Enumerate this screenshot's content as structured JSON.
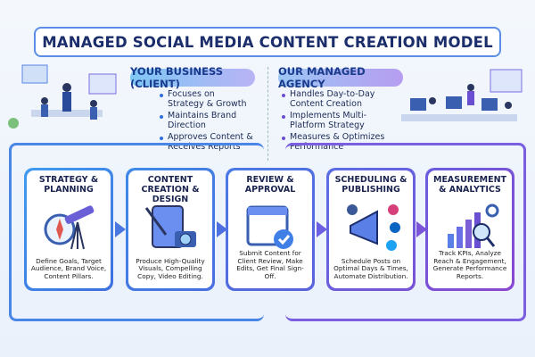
{
  "title": "MANAGED SOCIAL MEDIA CONTENT CREATION MODEL",
  "client": {
    "label": "YOUR BUSINESS (CLIENT)",
    "items": [
      "Focuses on Strategy & Growth",
      "Maintains Brand Direction",
      "Approves Content & Receives Reports"
    ]
  },
  "agency": {
    "label": "OUR MANAGED AGENCY",
    "items": [
      "Handles Day-to-Day Content Creation",
      "Implements Multi-Platform Strategy",
      "Measures & Optimizes Performance"
    ]
  },
  "steps": [
    {
      "title": "STRATEGY & PLANNING",
      "icon": "telescope-compass-icon",
      "desc": "Define Goals, Target Audience, Brand Voice, Content Pillars."
    },
    {
      "title": "CONTENT CREATION & DESIGN",
      "icon": "tablet-camera-icon",
      "desc": "Produce High-Quality Visuals, Compelling Copy, Video Editing."
    },
    {
      "title": "REVIEW & APPROVAL",
      "icon": "calendar-check-icon",
      "desc": "Submit Content for Client Review, Make Edits, Get Final Sign-Off."
    },
    {
      "title": "SCHEDULING & PUBLISHING",
      "icon": "megaphone-social-icon",
      "desc": "Schedule Posts on Optimal Days & Times, Automate Distribution."
    },
    {
      "title": "MEASUREMENT & ANALYTICS",
      "icon": "bar-chart-magnifier-icon",
      "desc": "Track KPIs, Analyze Reach & Engagement, Generate Performance Reports."
    }
  ],
  "colors": {
    "blue": "#3f7fe6",
    "purple": "#7a4fd6",
    "navy": "#1b2e6b"
  }
}
